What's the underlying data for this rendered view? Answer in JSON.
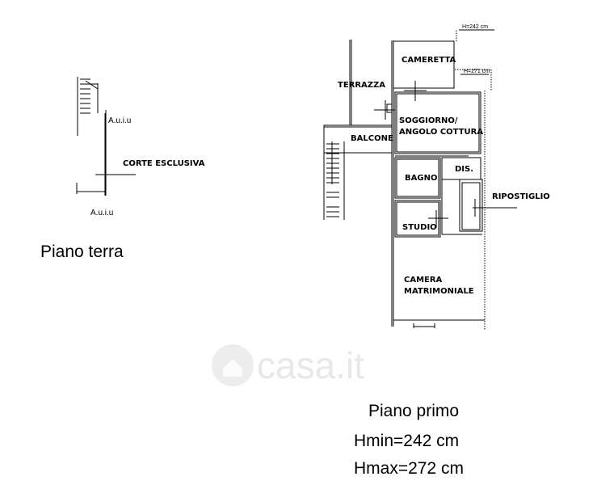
{
  "ground_floor": {
    "title": "Piano terra",
    "aui_top": "A.u.i.u",
    "aui_bottom": "A.u.i.u",
    "corte": "CORTE ESCLUSIVA"
  },
  "first_floor": {
    "title": "Piano primo",
    "hmin": "Hmin=242 cm",
    "hmax": "Hmax=272 cm",
    "h_top": "H=242 cm",
    "h_mid": "H=271 cm",
    "rooms": {
      "cameretta": "CAMERETTA",
      "terrazza": "TERRAZZA",
      "soggiorno_1": "SOGGIORNO/",
      "soggiorno_2": "ANGOLO COTTURA",
      "balcone": "BALCONE",
      "bagno": "BAGNO",
      "dis": "DIS.",
      "ripostiglio": "RIPOSTIGLIO",
      "studio": "STUDIO",
      "camera_1": "CAMERA",
      "camera_2": "MATRIMONIALE"
    }
  },
  "watermark": "casa.it"
}
